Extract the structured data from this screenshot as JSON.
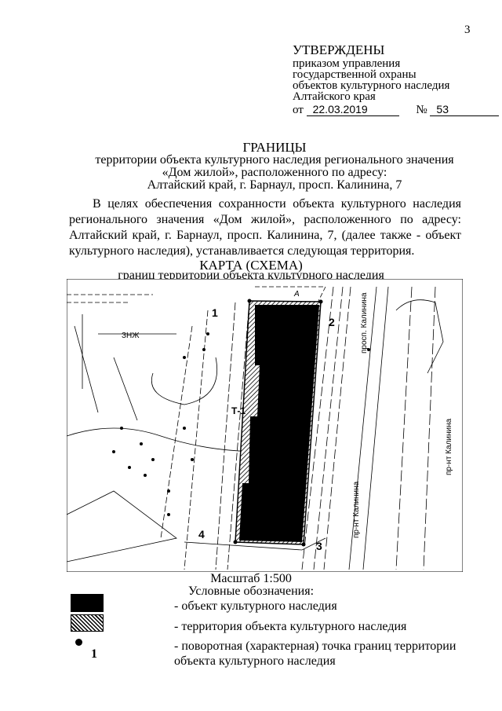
{
  "page_number": "3",
  "approval": {
    "heading": "УТВЕРЖДЕНЫ",
    "lines": [
      "приказом управления",
      "государственной охраны",
      "объектов культурного наследия",
      "Алтайского края"
    ],
    "date_prefix": "от",
    "date": "22.03.2019",
    "number_prefix": "№",
    "number": "53"
  },
  "title": {
    "heading": "ГРАНИЦЫ",
    "lines": [
      "территории объекта культурного наследия регионального значения",
      "«Дом жилой», расположенного по адресу:",
      "Алтайский край, г. Барнаул, просп. Калинина, 7"
    ]
  },
  "paragraph": "В целях обеспечения сохранности объекта культурного наследия регионального значения «Дом жилой», расположенного по адресу: Алтайский край, г. Барнаул, просп. Калинина, 7, (далее также - объект культурного наследия), устанавливается следующая территория.",
  "map": {
    "title": "КАРТА (СХЕМА)",
    "subtitle": "границ территории объекта культурного наследия",
    "point_labels": [
      "1",
      "2",
      "3",
      "4",
      "Т-1",
      "А"
    ],
    "street_labels": [
      "просп. Калинина",
      "пр-нт Калинина",
      "пр-нт Калинина",
      "ЗНЖ"
    ],
    "scale": "Масштаб 1:500"
  },
  "legend": {
    "title": "Условные обозначения:",
    "items": [
      {
        "swatch": "solid-black",
        "label": "- объект культурного наследия"
      },
      {
        "swatch": "hatched",
        "label": "- территория объекта культурного наследия"
      },
      {
        "swatch": "point",
        "number": "1",
        "label": "- поворотная (характерная) точка границ территории объекта культурного наследия"
      }
    ]
  }
}
